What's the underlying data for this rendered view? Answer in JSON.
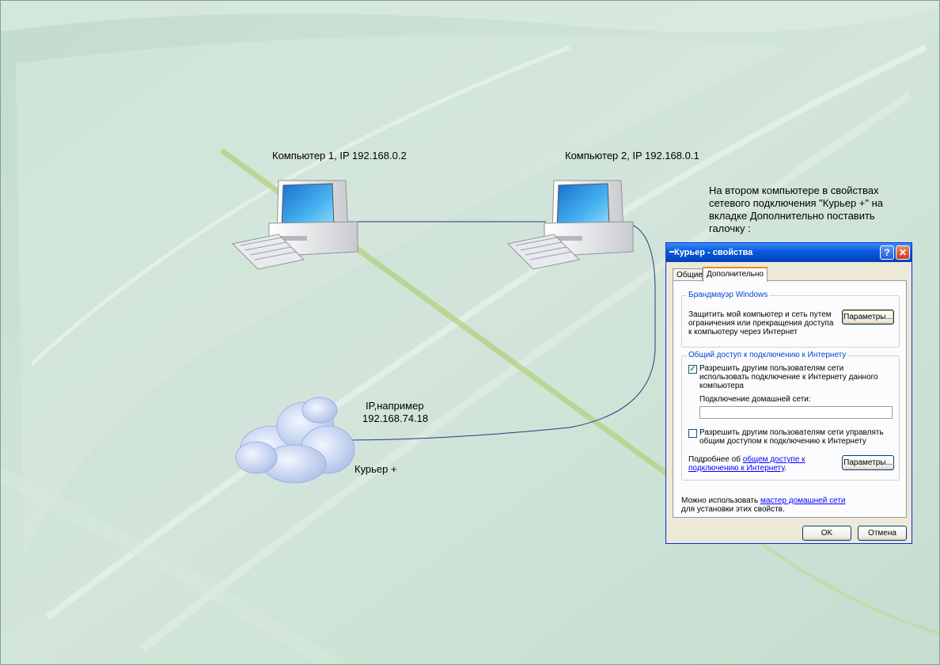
{
  "labels": {
    "pc1": "Компьютер 1, IP 192.168.0.2",
    "pc2": "Компьютер 2, IP 192.168.0.1",
    "ip_line1": "IP,например",
    "ip_line2": "192.168.74.18",
    "cloud": "Курьер +"
  },
  "note": "На втором компьютере в свойствах сетевого подключения \"Курьер +\" на вкладке Дополнительно поставить галочку :",
  "dialog": {
    "title": "Курьер - свойства",
    "help_glyph": "?",
    "close_glyph": "✕",
    "tabs": [
      "Общие",
      "Дополнительно"
    ],
    "firewall": {
      "legend": "Брандмауэр Windows",
      "text": "Защитить мой компьютер и сеть путем ограничения или прекращения доступа к компьютеру через Интернет",
      "button": "Параметры..."
    },
    "ics": {
      "legend": "Общий доступ к подключению к Интернету",
      "allow_share": "Разрешить другим пользователям сети использовать подключение к Интернету данного компьютера",
      "allow_share_checked": true,
      "home_label": "Подключение домашней сети:",
      "home_value": "",
      "allow_control": "Разрешить другим пользователям сети управлять общим доступом к подключению к Интернету",
      "allow_control_checked": false,
      "more_prefix": "Подробнее об ",
      "more_link": "общем доступе к подключению к Интернету",
      "more_suffix": ".",
      "button": "Параметры..."
    },
    "wizard_prefix": "Можно использовать ",
    "wizard_link": "мастер домашней сети",
    "wizard_suffix": "для установки этих свойств.",
    "ok": "OK",
    "cancel": "Отмена"
  },
  "colors": {
    "line": "#1f3f7a",
    "accent_stripe": "#b9d58a"
  }
}
